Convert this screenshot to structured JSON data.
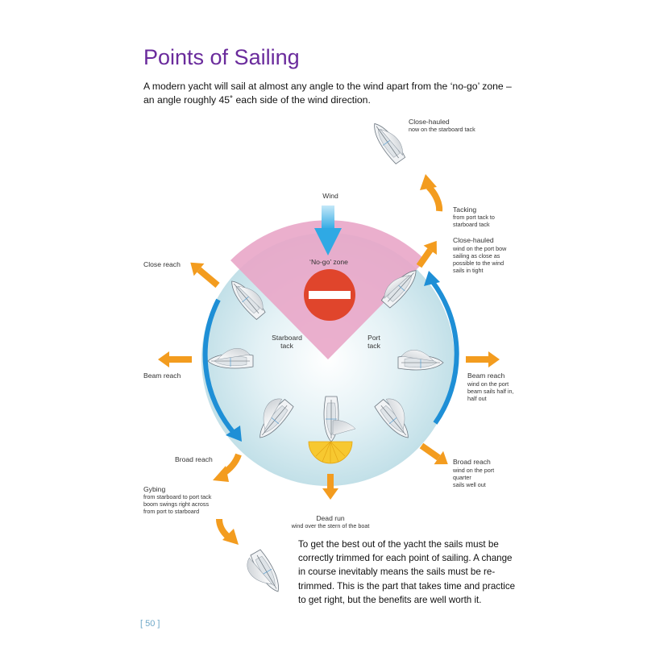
{
  "page": {
    "title": "Points of Sailing",
    "intro": "A modern yacht will sail at almost any angle to the wind apart from the ‘no-go’ zone – an angle roughly 45˚ each side of the wind direction.",
    "page_number": "[ 50 ]"
  },
  "diagram": {
    "wind_label": "Wind",
    "no_go_label": "‘No-go’ zone",
    "starboard_tack": "Starboard\ntack",
    "port_tack": "Port\ntack",
    "labels": {
      "close_hauled_top": "Close-hauled",
      "close_hauled_top_sub": "now on the starboard tack",
      "tacking": "Tacking",
      "tacking_sub": "from port tack to\nstarboard tack",
      "close_hauled_port": "Close-hauled",
      "close_hauled_port_sub": "wind on the port bow\nsailing as close as\npossible to the wind\nsails in tight",
      "close_reach": "Close reach",
      "beam_reach_left": "Beam reach",
      "beam_reach_right": "Beam reach",
      "beam_reach_right_sub": "wind on the port\nbeam sails half in,\nhalf out",
      "broad_reach_left": "Broad reach",
      "broad_reach_right": "Broad reach",
      "broad_reach_right_sub": "wind on the port\nquarter\nsails well out",
      "gybing": "Gybing",
      "gybing_sub": "from starboard to port tack\nboom swings right across\nfrom port to starboard",
      "dead_run": "Dead run",
      "dead_run_sub": "wind over the stern of the boat"
    },
    "colors": {
      "no_go": "#e9a6c8",
      "circle": "#c8e3ea",
      "arrow": "#f39c1f",
      "wind_arrow": "#3fb1e6",
      "curve_arrow": "#1e8fd6",
      "no_entry": "#e0452c",
      "title": "#6a2b9c"
    }
  },
  "note": "To get the best out of the yacht the sails must be correctly trimmed for each point of sailing. A change in course inevitably means the sails must be re-trimmed. This is the part that takes time and practice to get right, but the benefits are well worth it."
}
